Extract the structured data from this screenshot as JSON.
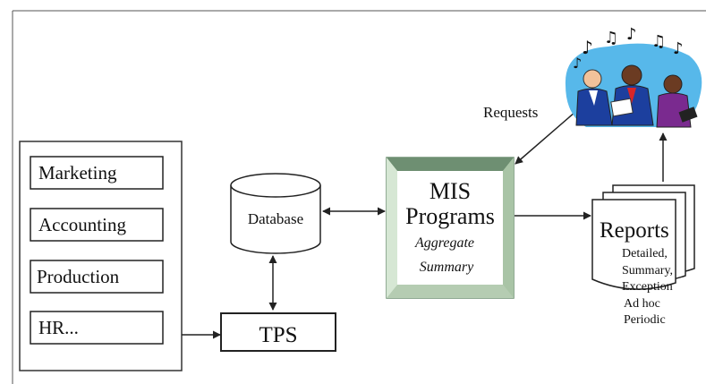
{
  "departments": [
    "Marketing",
    "Accounting",
    "Production",
    "HR..."
  ],
  "tps": {
    "label": "TPS"
  },
  "database": {
    "label": "Database"
  },
  "mis": {
    "line1": "MIS",
    "line2": "Programs",
    "aggregate": "Aggregate",
    "summary": "Summary"
  },
  "reports": {
    "title": "Reports",
    "items": [
      "Detailed,",
      "Summary,",
      "Exception",
      "Ad hoc",
      "Periodic"
    ]
  },
  "requests": {
    "label": "Requests"
  },
  "colors": {
    "mis_frame": "#6e8f72",
    "mis_inner": "#c7ddc5",
    "arrow": "#222222",
    "border": "#333333"
  },
  "icons": {
    "managers": "business-people-singing-icon"
  }
}
